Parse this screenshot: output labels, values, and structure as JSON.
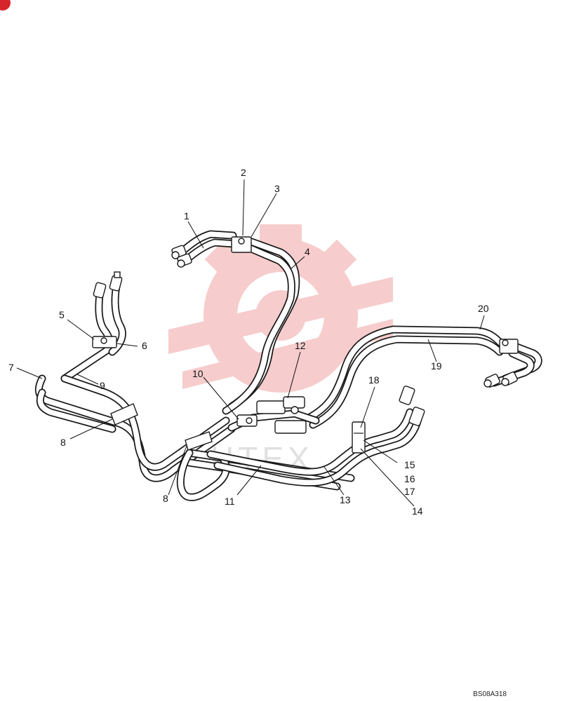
{
  "diagram": {
    "reference_code": "BS08A318",
    "watermark_text": "HTEX",
    "colors": {
      "line": "#1a1a1a",
      "watermark": "#f1a3a3",
      "corner_mark": "#d7262b"
    },
    "callouts": [
      {
        "id": "c1",
        "label": "1"
      },
      {
        "id": "c2",
        "label": "2"
      },
      {
        "id": "c3",
        "label": "3"
      },
      {
        "id": "c4",
        "label": "4"
      },
      {
        "id": "c5",
        "label": "5"
      },
      {
        "id": "c6",
        "label": "6"
      },
      {
        "id": "c7",
        "label": "7"
      },
      {
        "id": "c8a",
        "label": "8"
      },
      {
        "id": "c8b",
        "label": "8"
      },
      {
        "id": "c9",
        "label": "9"
      },
      {
        "id": "c10",
        "label": "10"
      },
      {
        "id": "c11",
        "label": "11"
      },
      {
        "id": "c12",
        "label": "12"
      },
      {
        "id": "c13",
        "label": "13"
      },
      {
        "id": "c14",
        "label": "14"
      },
      {
        "id": "c15",
        "label": "15"
      },
      {
        "id": "c16",
        "label": "16"
      },
      {
        "id": "c17",
        "label": "17"
      },
      {
        "id": "c18",
        "label": "18"
      },
      {
        "id": "c19",
        "label": "19"
      },
      {
        "id": "c20",
        "label": "20"
      }
    ]
  }
}
